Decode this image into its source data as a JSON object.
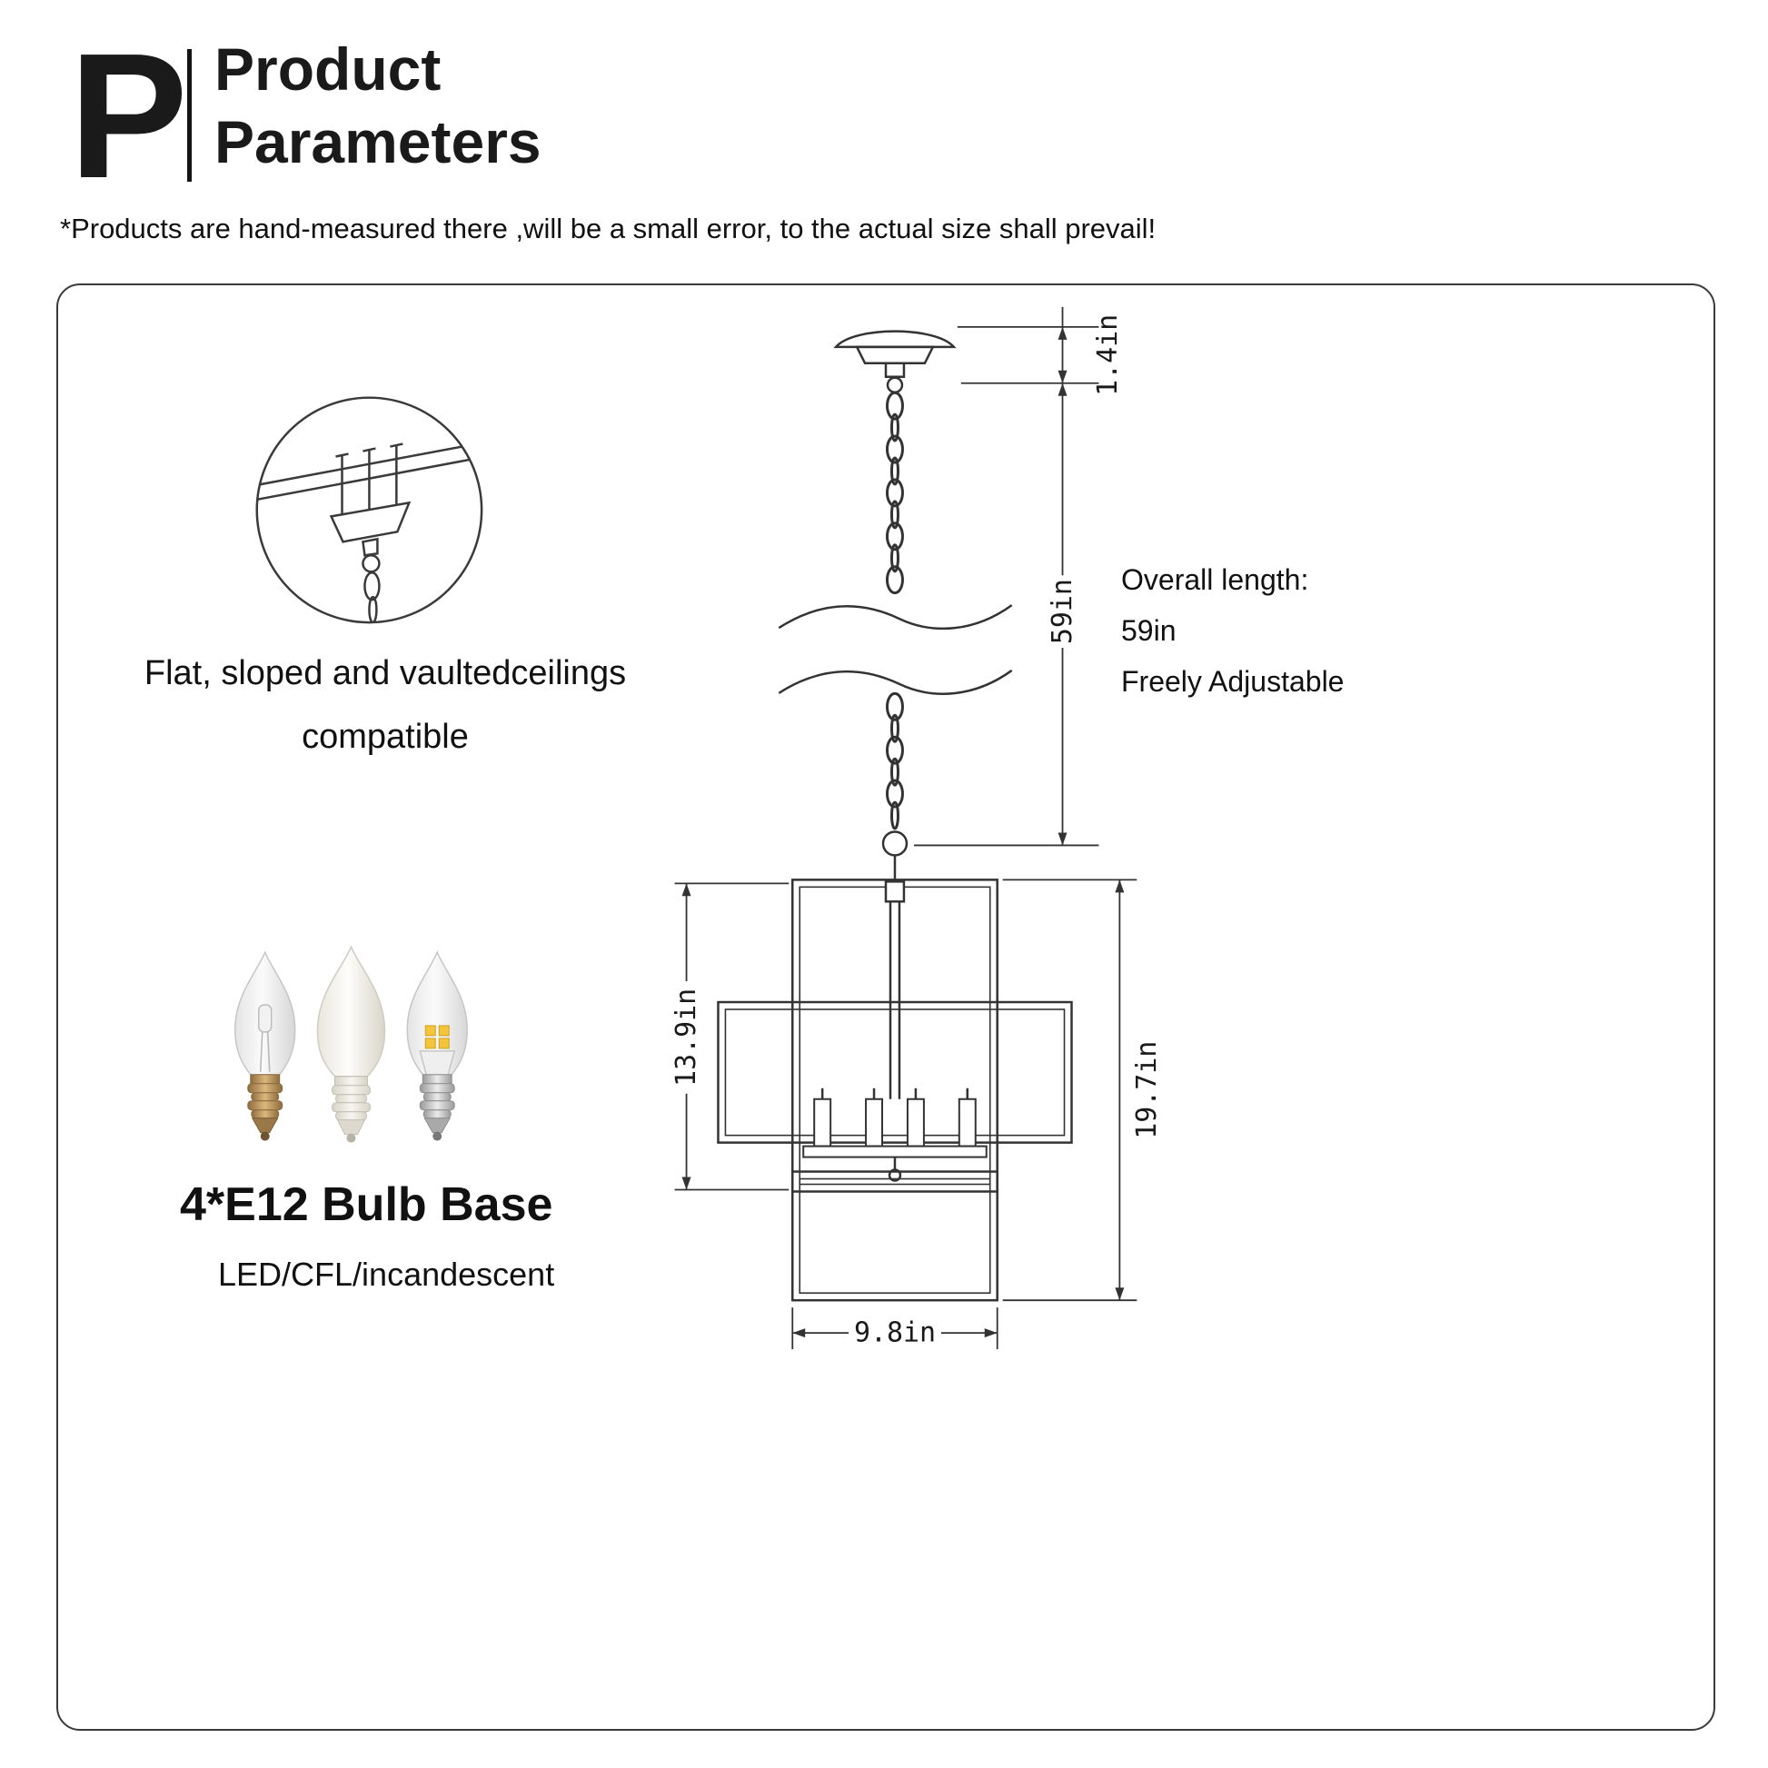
{
  "header": {
    "letter": "P",
    "title_line1": "Product",
    "title_line2": "Parameters"
  },
  "disclaimer": "*Products are hand-measured there ,will be a small error, to the actual size shall prevail!",
  "features": {
    "ceiling": {
      "line1": "Flat, sloped and vaultedceilings",
      "line2": "compatible"
    },
    "bulb": {
      "title": "4*E12 Bulb Base",
      "subtitle": "LED/CFL/incandescent"
    }
  },
  "annotations": {
    "overall": {
      "line1": "Overall length:",
      "line2": "59in",
      "line3": "Freely Adjustable"
    }
  },
  "dimensions": {
    "canopy_height": "1.4in",
    "chain_length": "59in",
    "upper_frame_height": "13.9in",
    "total_frame_height": "19.7in",
    "frame_width": "9.8in"
  },
  "colors": {
    "line": "#333333",
    "brass_base": "#b98d55",
    "cream_base": "#e9e6dc",
    "silver_base": "#c0c0c0",
    "led_chip": "#f2c53d"
  }
}
